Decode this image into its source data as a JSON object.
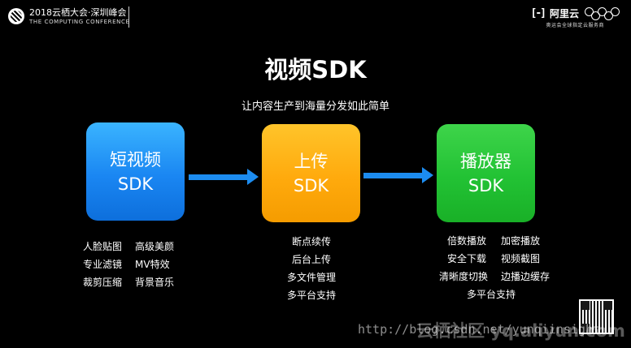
{
  "header": {
    "conference_title": "2018云栖大会·深圳峰会",
    "conference_sub": "THE COMPUTING CONFERENCE",
    "aliyun_bracket": "[-]",
    "aliyun_name": "阿里云",
    "aliyun_tag": "奥运会全球指定云服务商"
  },
  "slide": {
    "title": "视频SDK",
    "subtitle": "让内容生产到海量分发如此简单"
  },
  "boxes": [
    {
      "line1": "短视频",
      "line2": "SDK",
      "color": "#1a86f2"
    },
    {
      "line1": "上传",
      "line2": "SDK",
      "color": "#ffaa0d"
    },
    {
      "line1": "播放器",
      "line2": "SDK",
      "color": "#22c234"
    }
  ],
  "arrow_color": "#1c8cf0",
  "features": {
    "short_video": [
      "人脸贴图",
      "高级美颜",
      "专业滤镜",
      "MV特效",
      "裁剪压缩",
      "背景音乐"
    ],
    "upload": [
      "断点续传",
      "后台上传",
      "多文件管理",
      "多平台支持"
    ],
    "player": [
      "倍数播放",
      "加密播放",
      "安全下载",
      "视频截图",
      "清晰度切换",
      "边播边缓存",
      "多平台支持"
    ]
  },
  "watermark": {
    "url": "http://blog.csdn.net/yunqiinsight",
    "brand": "云栖社区 yq.aliyun.com"
  }
}
